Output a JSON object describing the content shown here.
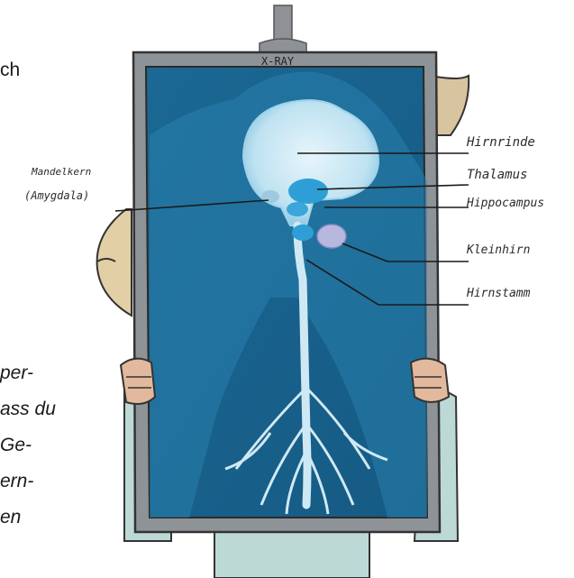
{
  "sign_text": "X-RAY",
  "left_text": {
    "top_fragment": "ch",
    "italic_lines": [
      "per-",
      "ass du",
      "Ge-",
      "ern-",
      "en"
    ]
  },
  "labels": {
    "amygdala_line1": "Mandelkern",
    "amygdala_line2": "(Amygdala)",
    "cortex": "Hirnrinde",
    "thalamus": "Thalamus",
    "hippocampus": "Hippocampus",
    "cerebellum": "Kleinhirn",
    "brainstem": "Hirnstamm"
  },
  "colors": {
    "frame": "#8a8f93",
    "film": "#1f6f9a",
    "brain": "#cfe9f4",
    "highlight": "#3aa6d9",
    "skin": "#e2b99c",
    "sleeve": "#b8d8d6",
    "ear": "#d9c4a0"
  }
}
